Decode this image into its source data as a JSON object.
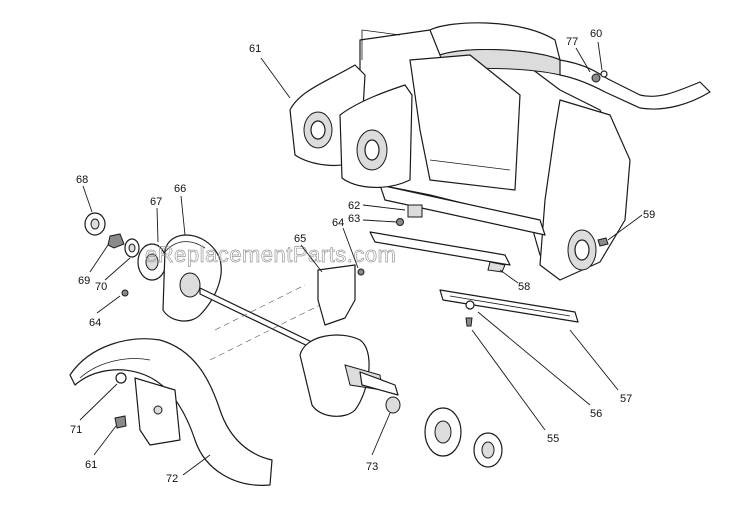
{
  "watermark": "eReplacementParts.com",
  "callouts": {
    "c61a": "61",
    "c77": "77",
    "c60": "60",
    "c68": "68",
    "c67": "67",
    "c66": "66",
    "c62": "62",
    "c63": "63",
    "c64a": "64",
    "c59": "59",
    "c65": "65",
    "c69": "69",
    "c70": "70",
    "c58": "58",
    "c64b": "64",
    "c57": "57",
    "c71": "71",
    "c56": "56",
    "c55": "55",
    "c61b": "61",
    "c73": "73",
    "c72": "72"
  }
}
